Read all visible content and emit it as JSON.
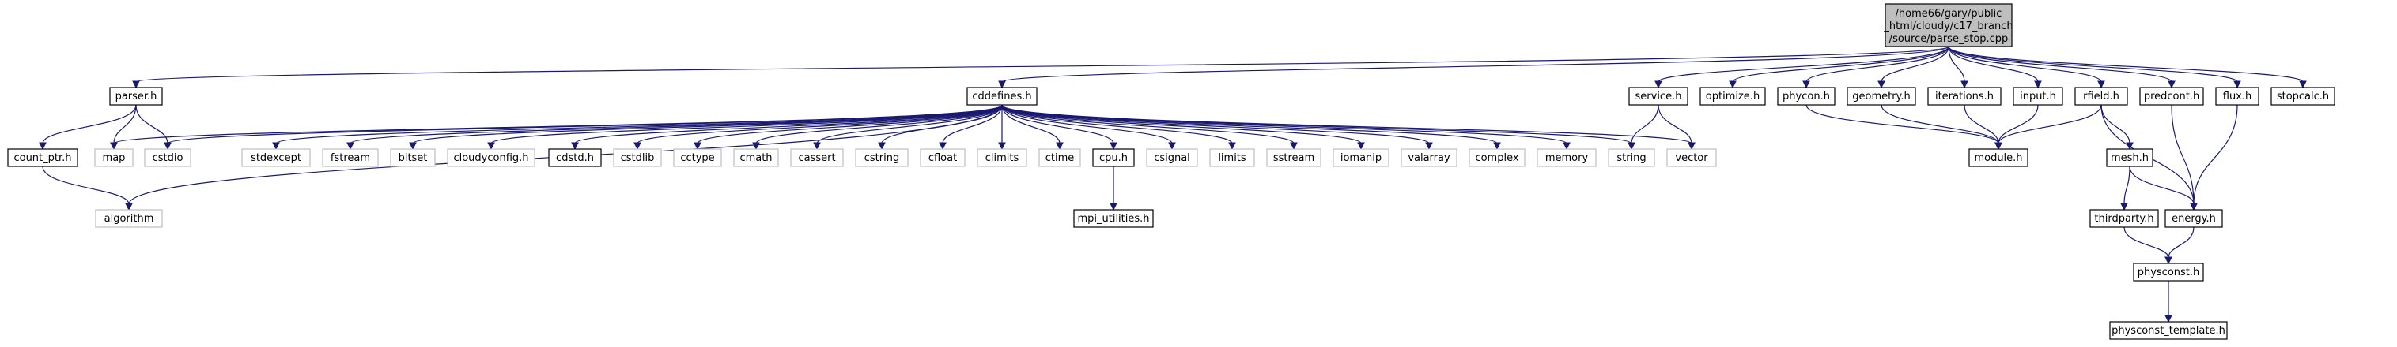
{
  "root": {
    "label_lines": [
      "/home66/gary/public",
      "_html/cloudy/c17_branch",
      "/source/parse_stop.cpp"
    ]
  },
  "nodes": {
    "parser_h": "parser.h",
    "count_ptr_h": "count_ptr.h",
    "algorithm": "algorithm",
    "map": "map",
    "cstdio": "cstdio",
    "cddefines_h": "cddefines.h",
    "stdexcept": "stdexcept",
    "fstream": "fstream",
    "bitset": "bitset",
    "cloudyconfig_h": "cloudyconfig.h",
    "cdstd_h": "cdstd.h",
    "cstdlib": "cstdlib",
    "cctype": "cctype",
    "cmath": "cmath",
    "cassert": "cassert",
    "cstring": "cstring",
    "cfloat": "cfloat",
    "climits": "climits",
    "ctime": "ctime",
    "cpu_h": "cpu.h",
    "mpi_utilities_h": "mpi_utilities.h",
    "csignal": "csignal",
    "limits": "limits",
    "sstream": "sstream",
    "iomanip": "iomanip",
    "valarray": "valarray",
    "complex": "complex",
    "memory": "memory",
    "string": "string",
    "vector": "vector",
    "service_h": "service.h",
    "optimize_h": "optimize.h",
    "phycon_h": "phycon.h",
    "geometry_h": "geometry.h",
    "iterations_h": "iterations.h",
    "input_h": "input.h",
    "module_h": "module.h",
    "rfield_h": "rfield.h",
    "mesh_h": "mesh.h",
    "thirdparty_h": "thirdparty.h",
    "energy_h": "energy.h",
    "physconst_h": "physconst.h",
    "physconst_template_h": "physconst_template.h",
    "predcont_h": "predcont.h",
    "flux_h": "flux.h",
    "stopcalc_h": "stopcalc.h"
  }
}
